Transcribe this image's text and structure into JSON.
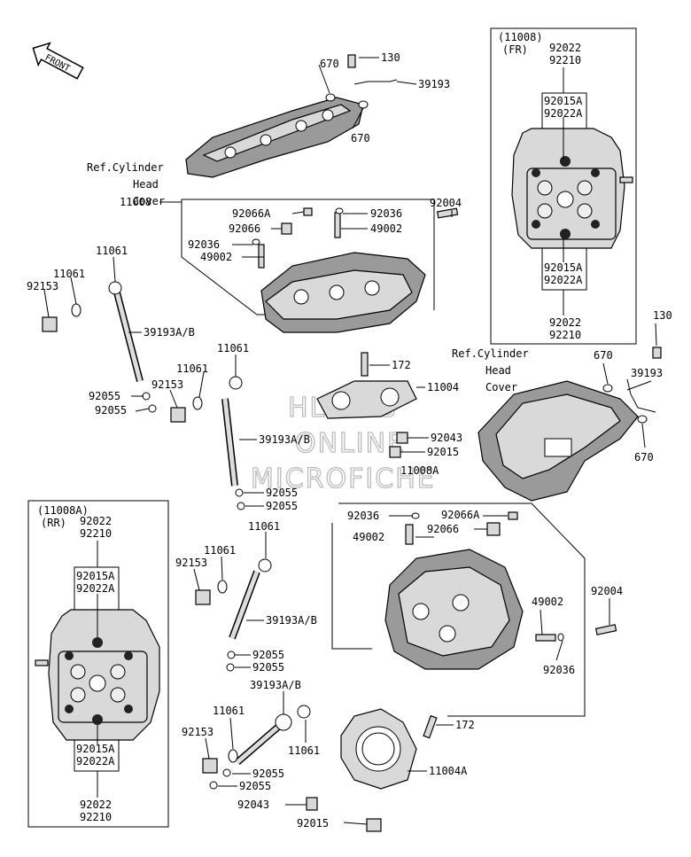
{
  "front_arrow": "FRONT",
  "watermark": [
    "HLSM'S",
    "ONLINE",
    "MICROFICHE"
  ],
  "inset_fr": {
    "heading": "(11008)",
    "sub": "(FR)",
    "top": [
      "92022",
      "92210"
    ],
    "upper_group": [
      "92015A",
      "92022A"
    ],
    "lower_group": [
      "92015A",
      "92022A"
    ],
    "bottom": [
      "92022",
      "92210"
    ]
  },
  "inset_rr": {
    "heading": "(11008A)",
    "sub": "(RR)",
    "top": [
      "92022",
      "92210"
    ],
    "upper_group": [
      "92015A",
      "92022A"
    ],
    "lower_group": [
      "92015A",
      "92022A"
    ],
    "bottom": [
      "92022",
      "92210"
    ]
  },
  "ref_cylinder_head_cover_1": [
    "Ref.Cylinder",
    "Head",
    "Cover"
  ],
  "ref_cylinder_head_cover_2": [
    "Ref.Cylinder",
    "Head",
    "Cover"
  ],
  "labels": {
    "l130a": "130",
    "l670a": "670",
    "l39193a": "39193",
    "l670b": "670",
    "l11008": "11008",
    "l92066A_a": "92066A",
    "l92066_a": "92066",
    "l92036_a": "92036",
    "l49002_a": "49002",
    "l92036_b": "92036",
    "l49002_b": "49002",
    "l92004_a": "92004",
    "l11061_a": "11061",
    "l11061_b": "11061",
    "l92153_a": "92153",
    "l39193AB_a": "39193A/B",
    "l11061_c": "11061",
    "l172_a": "172",
    "l11061_d": "11061",
    "l92153_b": "92153",
    "l11004": "11004",
    "l92055_a": "92055",
    "l92055_b": "92055",
    "l39193AB_b": "39193A/B",
    "l92043_a": "92043",
    "l92015_a": "92015",
    "l11008A": "11008A",
    "l92055_c": "92055",
    "l92055_d": "92055",
    "l130b": "130",
    "l670c": "670",
    "l39193b": "39193",
    "l670d": "670",
    "l92036_c": "92036",
    "l92066A_b": "92066A",
    "l49002_c": "49002",
    "l92066_b": "92066",
    "l92004_b": "92004",
    "l11061_e": "11061",
    "l11061_f": "11061",
    "l92153_c": "92153",
    "l49002_d": "49002",
    "l39193AB_c": "39193A/B",
    "l92055_e": "92055",
    "l92055_f": "92055",
    "l92036_d": "92036",
    "l39193AB_d": "39193A/B",
    "l11061_g": "11061",
    "l92153_d": "92153",
    "l172_b": "172",
    "l11061_h": "11061",
    "l92055_g": "92055",
    "l92055_h": "92055",
    "l11004A": "11004A",
    "l92043_b": "92043",
    "l92015_b": "92015"
  }
}
